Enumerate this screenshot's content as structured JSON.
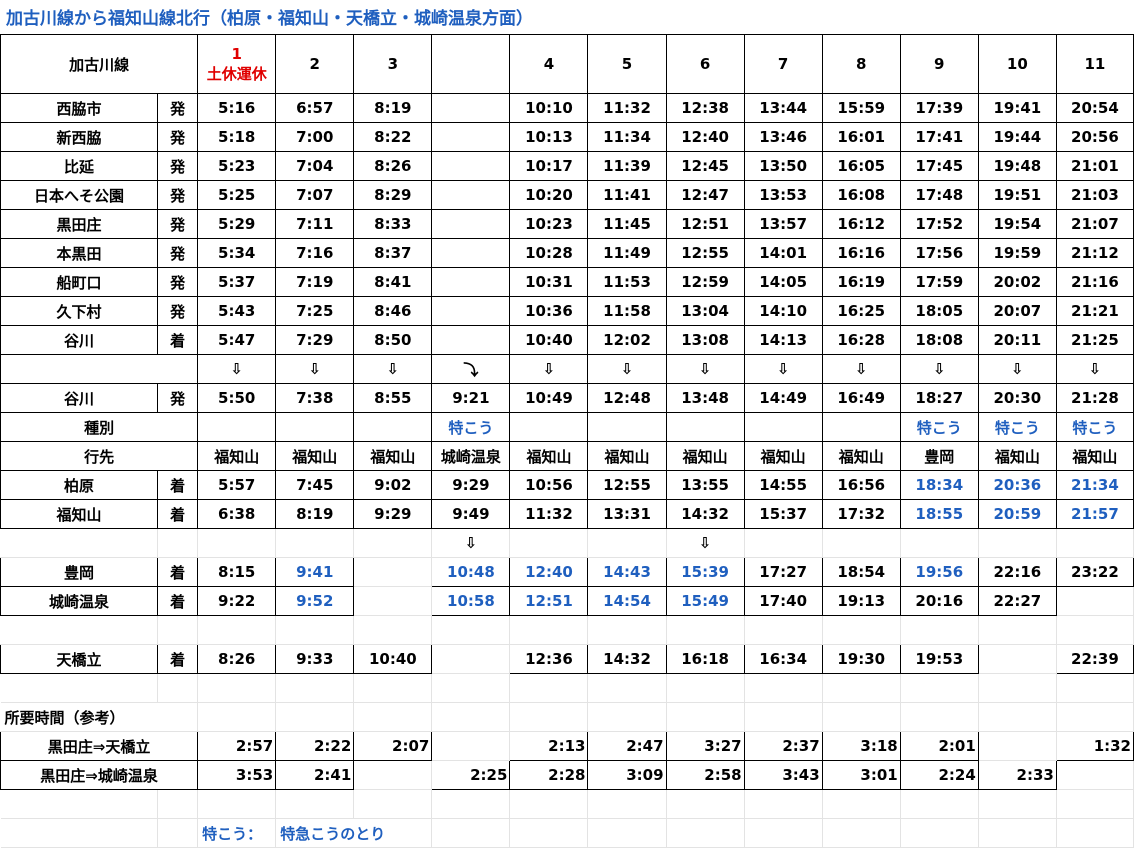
{
  "title": "加古川線から福知山線北行（柏原・福知山・天橋立・城崎温泉方面）",
  "header": {
    "line_label": "加古川線",
    "train1_num": "1",
    "train1_note": "土休運休",
    "nums": [
      "2",
      "3",
      "",
      "4",
      "5",
      "6",
      "7",
      "8",
      "9",
      "10",
      "11"
    ]
  },
  "kakogawa_rows": [
    {
      "station": "西脇市",
      "type": "発",
      "times": [
        "5:16",
        "6:57",
        "8:19",
        "",
        "10:10",
        "11:32",
        "12:38",
        "13:44",
        "15:59",
        "17:39",
        "19:41",
        "20:54"
      ]
    },
    {
      "station": "新西脇",
      "type": "発",
      "times": [
        "5:18",
        "7:00",
        "8:22",
        "",
        "10:13",
        "11:34",
        "12:40",
        "13:46",
        "16:01",
        "17:41",
        "19:44",
        "20:56"
      ]
    },
    {
      "station": "比延",
      "type": "発",
      "times": [
        "5:23",
        "7:04",
        "8:26",
        "",
        "10:17",
        "11:39",
        "12:45",
        "13:50",
        "16:05",
        "17:45",
        "19:48",
        "21:01"
      ]
    },
    {
      "station": "日本へそ公園",
      "type": "発",
      "times": [
        "5:25",
        "7:07",
        "8:29",
        "",
        "10:20",
        "11:41",
        "12:47",
        "13:53",
        "16:08",
        "17:48",
        "19:51",
        "21:03"
      ]
    },
    {
      "station": "黒田庄",
      "type": "発",
      "times": [
        "5:29",
        "7:11",
        "8:33",
        "",
        "10:23",
        "11:45",
        "12:51",
        "13:57",
        "16:12",
        "17:52",
        "19:54",
        "21:07"
      ]
    },
    {
      "station": "本黒田",
      "type": "発",
      "times": [
        "5:34",
        "7:16",
        "8:37",
        "",
        "10:28",
        "11:49",
        "12:55",
        "14:01",
        "16:16",
        "17:56",
        "19:59",
        "21:12"
      ]
    },
    {
      "station": "船町口",
      "type": "発",
      "times": [
        "5:37",
        "7:19",
        "8:41",
        "",
        "10:31",
        "11:53",
        "12:59",
        "14:05",
        "16:19",
        "17:59",
        "20:02",
        "21:16"
      ]
    },
    {
      "station": "久下村",
      "type": "発",
      "times": [
        "5:43",
        "7:25",
        "8:46",
        "",
        "10:36",
        "11:58",
        "13:04",
        "14:10",
        "16:25",
        "18:05",
        "20:07",
        "21:21"
      ]
    },
    {
      "station": "谷川",
      "type": "着",
      "times": [
        "5:47",
        "7:29",
        "8:50",
        "",
        "10:40",
        "12:02",
        "13:08",
        "14:13",
        "16:28",
        "18:08",
        "20:11",
        "21:25"
      ]
    }
  ],
  "transfer_arrows": [
    "⇩",
    "⇩",
    "⇩",
    "⤵",
    "⇩",
    "⇩",
    "⇩",
    "⇩",
    "⇩",
    "⇩",
    "⇩",
    "⇩"
  ],
  "tanigawa_dep": {
    "station": "谷川",
    "type": "発",
    "times": [
      "5:50",
      "7:38",
      "8:55",
      "9:21",
      "10:49",
      "12:48",
      "13:48",
      "14:49",
      "16:49",
      "18:27",
      "20:30",
      "21:28"
    ]
  },
  "kind_row": {
    "label": "種別",
    "values": [
      "",
      "",
      "",
      "特こう",
      "",
      "",
      "",
      "",
      "",
      "特こう",
      "特こう",
      "特こう"
    ]
  },
  "dest_row": {
    "label": "行先",
    "values": [
      "福知山",
      "福知山",
      "福知山",
      "城崎温泉",
      "福知山",
      "福知山",
      "福知山",
      "福知山",
      "福知山",
      "豊岡",
      "福知山",
      "福知山"
    ]
  },
  "fukuchiyama_rows": [
    {
      "station": "柏原",
      "type": "着",
      "times": [
        "5:57",
        "7:45",
        "9:02",
        "9:29",
        "10:56",
        "12:55",
        "13:55",
        "14:55",
        "16:56",
        "18:34",
        "20:36",
        "21:34"
      ]
    },
    {
      "station": "福知山",
      "type": "着",
      "times": [
        "6:38",
        "8:19",
        "9:29",
        "9:49",
        "11:32",
        "13:31",
        "14:32",
        "15:37",
        "17:32",
        "18:55",
        "20:59",
        "21:57"
      ]
    }
  ],
  "connect_arrows": [
    "",
    "",
    "",
    "⇩",
    "",
    "",
    "⇩",
    "",
    "",
    "",
    "",
    ""
  ],
  "sanin_rows": [
    {
      "station": "豊岡",
      "type": "着",
      "times": [
        "8:15",
        "9:41",
        "",
        "10:48",
        "12:40",
        "14:43",
        "15:39",
        "17:27",
        "18:54",
        "19:56",
        "22:16",
        "23:22"
      ]
    },
    {
      "station": "城崎温泉",
      "type": "着",
      "times": [
        "9:22",
        "9:52",
        "",
        "10:58",
        "12:51",
        "14:54",
        "15:49",
        "17:40",
        "19:13",
        "20:16",
        "22:27",
        ""
      ]
    }
  ],
  "amanohashidate_row": {
    "station": "天橋立",
    "type": "着",
    "times": [
      "8:26",
      "9:33",
      "10:40",
      "",
      "12:36",
      "14:32",
      "16:18",
      "16:34",
      "19:30",
      "19:53",
      "",
      "22:39"
    ]
  },
  "duration": {
    "heading": "所要時間（参考）",
    "rows": [
      {
        "label": "黒田庄⇒天橋立",
        "values": [
          "2:57",
          "2:22",
          "2:07",
          "",
          "2:13",
          "2:47",
          "3:27",
          "2:37",
          "3:18",
          "2:01",
          "",
          "1:32"
        ]
      },
      {
        "label": "黒田庄⇒城崎温泉",
        "values": [
          "3:53",
          "2:41",
          "",
          "2:25",
          "2:28",
          "3:09",
          "2:58",
          "3:43",
          "3:01",
          "2:24",
          "2:33",
          ""
        ]
      }
    ]
  },
  "legend": {
    "abbr": "特こう：",
    "full": "特急こうのとり"
  },
  "colors": {
    "accent_blue": "#1f5fbf",
    "alert_red": "#e00000",
    "gridline": "#e3e3e3",
    "border": "#000000"
  }
}
